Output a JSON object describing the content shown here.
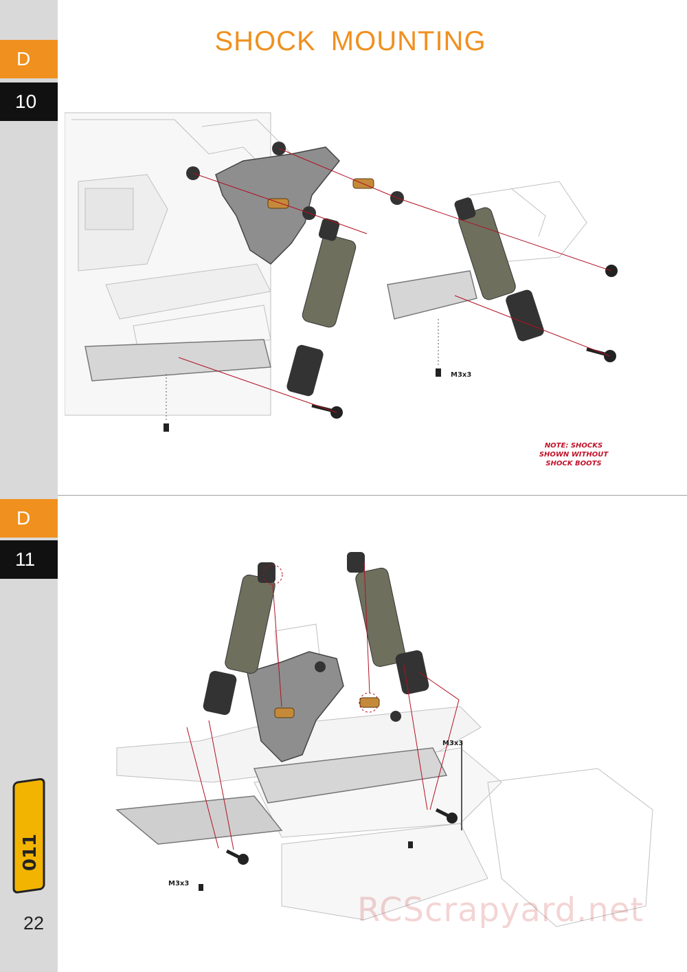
{
  "page": {
    "title": "SHOCK  MOUNTING",
    "number": "22",
    "watermark": "RCScrapyard.net"
  },
  "steps": [
    {
      "letter": "D",
      "number": "10",
      "fastener_label": "M3x3",
      "note": "NOTE: SHOCKS SHOWN WITHOUT SHOCK BOOTS"
    },
    {
      "letter": "D",
      "number": "11",
      "fastener_label_left": "M3x3",
      "fastener_label_right": "M3x3"
    }
  ],
  "colors": {
    "accent_orange": "#f0901e",
    "sidebar_gray": "#d9d9d9",
    "step_black": "#111111",
    "note_red": "#c0122a",
    "leader_red": "#b01020"
  },
  "logo": {
    "text": "011"
  }
}
